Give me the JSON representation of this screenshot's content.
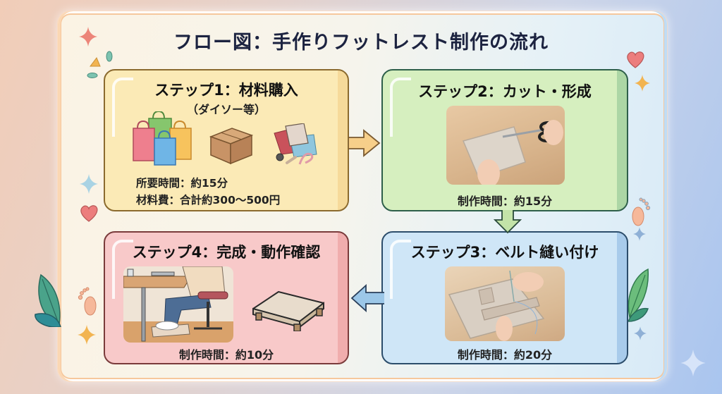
{
  "title": "フロー図：手作りフットレスト制作の流れ",
  "colors": {
    "step1_bg": "#fbeab6",
    "step2_bg": "#d6efbf",
    "step3_bg": "#cfe6f7",
    "step4_bg": "#f8c9c9",
    "title_text": "#1c2340"
  },
  "steps": [
    {
      "id": 1,
      "title": "ステップ1：材料購入",
      "subtitle": "（ダイソー等）",
      "icons": [
        "shopping-bags-icon",
        "cardboard-box-icon",
        "fabric-materials-icon"
      ],
      "lines": [
        "所要時間：約15分",
        "材料費：合計約300〜500円"
      ]
    },
    {
      "id": 2,
      "title": "ステップ2：カット・形成",
      "image": "cutting-fabric-with-scissors-photo",
      "footer": "制作時間：約15分"
    },
    {
      "id": 3,
      "title": "ステップ3：ベルト縫い付け",
      "image": "sewing-belt-onto-fabric-photo",
      "footer": "制作時間：約20分"
    },
    {
      "id": 4,
      "title": "ステップ4：完成・動作確認",
      "image": "person-using-footrest-at-desk-illustration",
      "icons": [
        "footrest-icon"
      ],
      "footer": "制作時間：約10分"
    }
  ],
  "arrows": [
    {
      "from": 1,
      "to": 2,
      "direction": "right"
    },
    {
      "from": 2,
      "to": 3,
      "direction": "down"
    },
    {
      "from": 3,
      "to": 4,
      "direction": "left"
    }
  ]
}
